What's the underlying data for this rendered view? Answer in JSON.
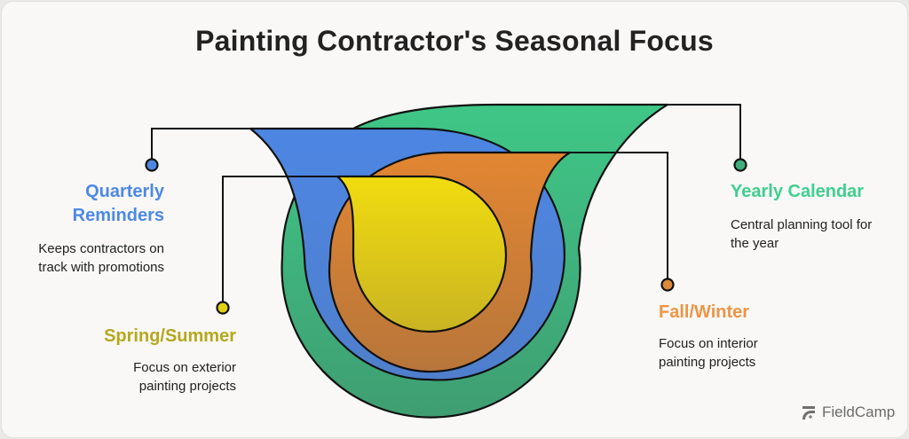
{
  "title": "Painting Contractor's Seasonal Focus",
  "colors": {
    "green": "#3dc183",
    "blue": "#4e86e0",
    "orange": "#df8535",
    "yellow": "#efd913",
    "green_label": "#3ecf8e",
    "blue_label": "#4d89e6",
    "orange_label": "#ef9444",
    "yellow_label": "#b6a81c"
  },
  "items": [
    {
      "key": "quarterly",
      "label_line1": "Quarterly",
      "label_line2": "Reminders",
      "description_line1": "Keeps contractors on",
      "description_line2": "track with promotions",
      "color": "#4e86e0"
    },
    {
      "key": "spring",
      "label": "Spring/Summer",
      "description_line1": "Focus on exterior",
      "description_line2": "painting projects",
      "color": "#efd913"
    },
    {
      "key": "yearly",
      "label": "Yearly Calendar",
      "description_line1": "Central planning tool for",
      "description_line2": "the year",
      "color": "#3dc183"
    },
    {
      "key": "fall",
      "label": "Fall/Winter",
      "description_line1": "Focus on interior",
      "description_line2": "painting projects",
      "color": "#df8535"
    }
  ],
  "brand": {
    "name": "FieldCamp",
    "icon": "fieldcamp-logo-icon"
  }
}
